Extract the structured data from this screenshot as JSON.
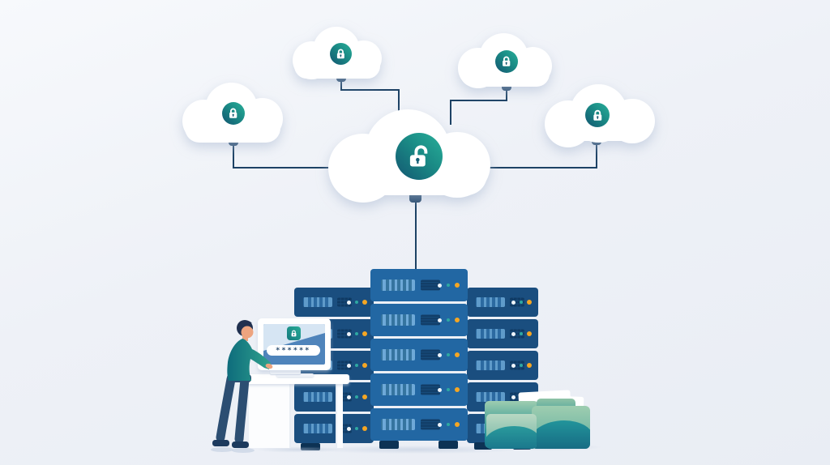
{
  "scene": {
    "description": "Cloud data security illustration: five padlocked clouds networked to a central cloud linked to a server rack, with a person entering a password at a desk and data folders beside the servers"
  },
  "palette": {
    "background": "#eef1f7",
    "connector_line": "#1d4265",
    "cloud": "#ffffff",
    "badge_teal_light": "#27ab97",
    "badge_teal_dark": "#135671",
    "server_center_blue": "#2267a3",
    "server_side_navy": "#1a4e7f",
    "status_dot_white": "#eef4fa",
    "status_dot_teal": "#2ea8a2",
    "status_dot_orange": "#f5a623",
    "folder_sage": "#9ecdb0",
    "folder_teal": "#1f8f97",
    "sweater_teal": "#1f8c80",
    "pants_navy": "#2c4e72"
  },
  "clouds": [
    {
      "id": "cloud-top-left",
      "lock": "closed-padlock"
    },
    {
      "id": "cloud-left",
      "lock": "closed-padlock"
    },
    {
      "id": "cloud-top-right",
      "lock": "closed-padlock"
    },
    {
      "id": "cloud-right",
      "lock": "closed-padlock"
    },
    {
      "id": "cloud-central",
      "lock": "open-padlock"
    }
  ],
  "servers": {
    "columns": 3,
    "units_per_column": 5,
    "status_dots_per_unit": 3
  },
  "monitor": {
    "lock_icon": "padlock-icon",
    "password_mask": "******"
  },
  "folders": {
    "count": 3
  }
}
